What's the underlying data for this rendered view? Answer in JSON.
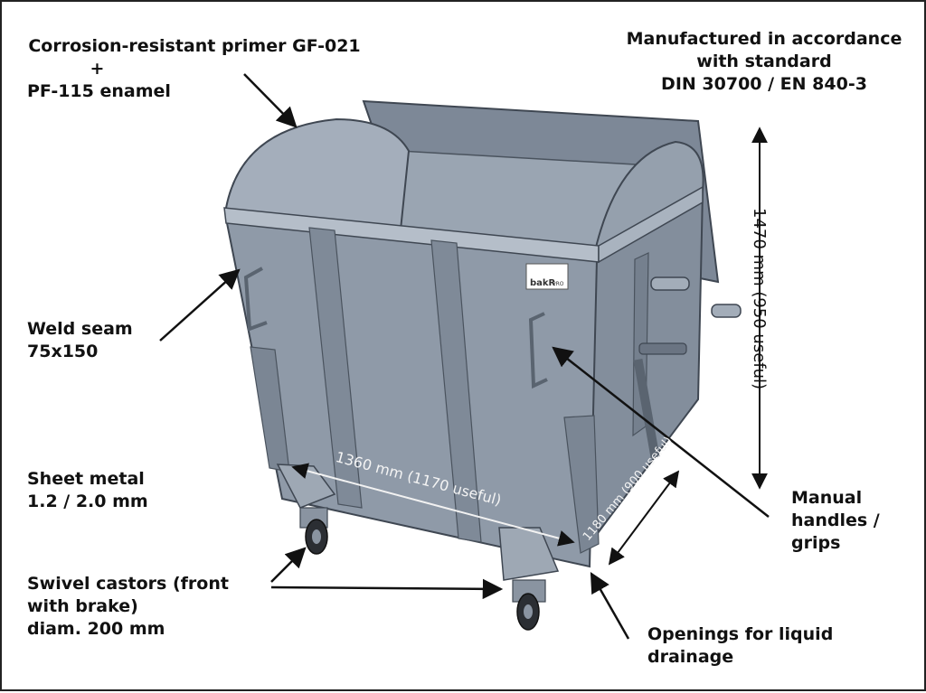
{
  "labels": {
    "primer": [
      "Corrosion-resistant primer GF-021",
      "+",
      "PF-115 enamel"
    ],
    "standard": [
      "Manufactured in accordance",
      "with standard",
      "DIN 30700 / EN 840-3"
    ],
    "weld": [
      "Weld seam",
      "75x150"
    ],
    "sheet": [
      "Sheet metal",
      "1.2 / 2.0 mm"
    ],
    "castors": [
      "Swivel castors (front",
      "with brake)",
      "diam. 200 mm"
    ],
    "handles": [
      "Manual",
      "handles /",
      "grips"
    ],
    "drainage": [
      "Openings for liquid",
      "drainage"
    ]
  },
  "dimensions": {
    "height": "1470 mm (950 useful)",
    "length": "1360 mm (1170 useful)",
    "width": "1180 mm (900 useful)"
  },
  "sticker": {
    "brand": "bakR",
    "sub": "PRO"
  },
  "colors": {
    "body": "#8f9aa8",
    "body_dark": "#6f7a88",
    "body_light": "#a9b3bf",
    "outline": "#3f4752"
  }
}
